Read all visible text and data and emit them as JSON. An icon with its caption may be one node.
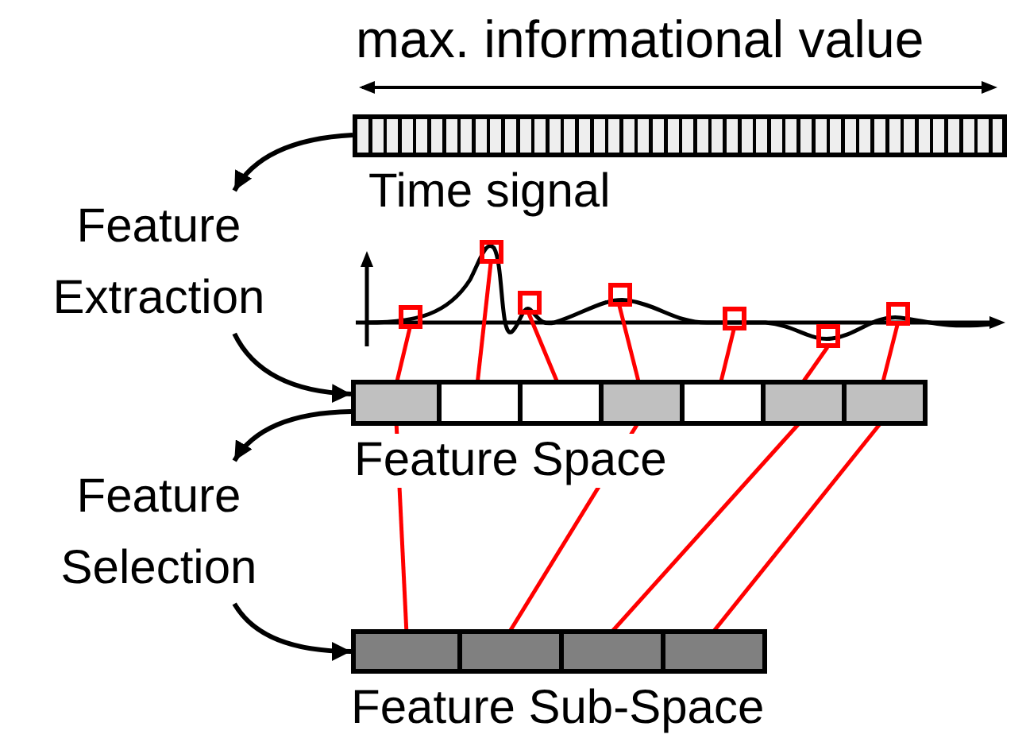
{
  "diagram": {
    "nodes": [
      {
        "text": [
          "Time signal"
        ]
      },
      {
        "text": [
          "Feature Extraction"
        ]
      },
      {
        "text": [],
        "shape": "box"
      },
      {
        "text": [],
        "shape": "box"
      },
      {
        "text": [],
        "shape": "box"
      },
      {
        "text": [],
        "shape": "box"
      },
      {
        "text": [],
        "shape": "box"
      },
      {
        "text": [],
        "shape": "box"
      },
      {
        "text": [],
        "shape": "box"
      },
      {
        "text": [
          "Feature Space"
        ]
      },
      {
        "text": [],
        "shape": "box",
        "in": 9
      },
      {
        "text": [],
        "shape": "box",
        "in": 9
      },
      {
        "text": [],
        "shape": "box",
        "in": 9
      },
      {
        "text": [],
        "shape": "box",
        "in": 9
      },
      {
        "text": [],
        "shape": "box",
        "in": 9
      },
      {
        "text": [],
        "shape": "box",
        "in": 9
      },
      {
        "text": [],
        "shape": "box",
        "in": 9
      },
      {
        "text": [
          "Feature Selection"
        ]
      },
      {
        "text": [
          "Feature Sub-Space"
        ]
      },
      {
        "text": [],
        "shape": "box",
        "in": 18
      },
      {
        "text": [],
        "shape": "box",
        "in": 18
      },
      {
        "text": [],
        "shape": "box",
        "in": 18
      },
      {
        "text": [],
        "shape": "box",
        "in": 18
      }
    ],
    "edges": [
      {
        "from": 0,
        "to": 1,
        "arrow": "to",
        "color": "#000000"
      },
      {
        "from": 1,
        "to": 9,
        "arrow": "to",
        "color": "#000000"
      },
      {
        "from": 2,
        "to": 10,
        "arrow": "none"
      },
      {
        "from": 3,
        "to": 11,
        "arrow": "none"
      },
      {
        "from": 4,
        "to": 12,
        "arrow": "none"
      },
      {
        "from": 5,
        "to": 13,
        "arrow": "none"
      },
      {
        "from": 6,
        "to": 14,
        "arrow": "none"
      },
      {
        "from": 7,
        "to": 15,
        "arrow": "none"
      },
      {
        "from": 8,
        "to": 16,
        "arrow": "none"
      },
      {
        "from": 9,
        "to": 17,
        "arrow": "to",
        "color": "#000000"
      },
      {
        "from": 17,
        "to": 18,
        "arrow": "to",
        "color": "#000000"
      },
      {
        "from": 10,
        "to": 19,
        "arrow": "none"
      },
      {
        "from": 13,
        "to": 20,
        "arrow": "none"
      },
      {
        "from": 15,
        "to": 21,
        "arrow": "none"
      },
      {
        "from": 16,
        "to": 22,
        "arrow": "none"
      }
    ],
    "labels": [
      "max. informational value"
    ]
  }
}
